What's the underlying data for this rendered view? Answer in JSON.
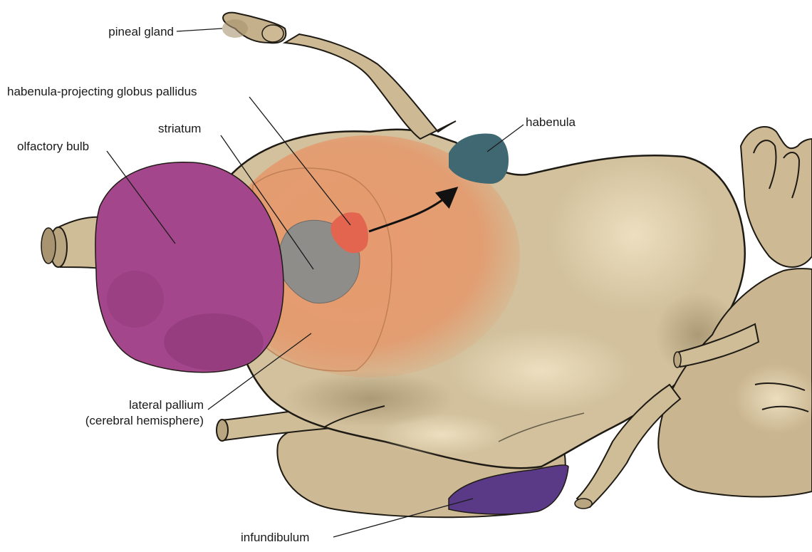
{
  "labels": {
    "pineal_gland": "pineal gland",
    "habenula_projecting_gp": "habenula-projecting globus pallidus",
    "striatum": "striatum",
    "olfactory_bulb": "olfactory bulb",
    "habenula": "habenula",
    "lateral_pallium_line1": "lateral pallium",
    "lateral_pallium_line2": "(cerebral hemisphere)",
    "infundibulum": "infundibulum"
  },
  "colors": {
    "brain_tissue": "#d2c19c",
    "brain_shadow": "#a89470",
    "outline": "#1e1a14",
    "olfactory_bulb": "#a4468b",
    "lateral_pallium": "#e5976a",
    "striatum": "#8f8d8a",
    "habenula_projecting_gp": "#e4654f",
    "habenula": "#3f6872",
    "infundibulum": "#5a3a86"
  }
}
